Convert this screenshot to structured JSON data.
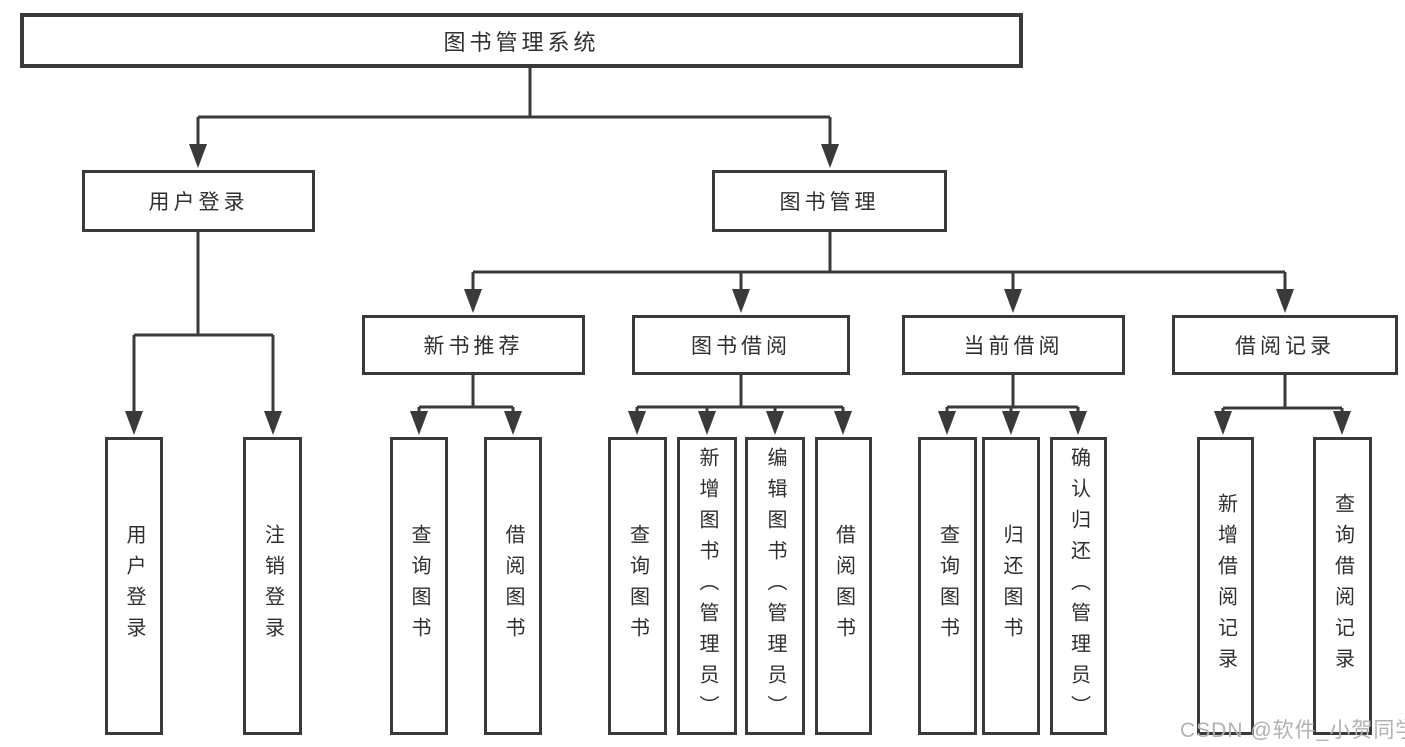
{
  "diagram": {
    "type": "tree-structure-chart",
    "colors": {
      "line": "#3a3a3a",
      "box_border": "#3a3a3a",
      "text": "#2f2f2f",
      "background": "#ffffff",
      "watermark": "#b2b2b2"
    },
    "tree": {
      "label": "图书管理系统",
      "children": [
        {
          "label": "用户登录",
          "children": [
            {
              "label": "用户登录"
            },
            {
              "label": "注销登录"
            }
          ]
        },
        {
          "label": "图书管理",
          "children": [
            {
              "label": "新书推荐",
              "children": [
                {
                  "label": "查询图书"
                },
                {
                  "label": "借阅图书"
                }
              ]
            },
            {
              "label": "图书借阅",
              "children": [
                {
                  "label": "查询图书"
                },
                {
                  "label": "新增图书（管理员）"
                },
                {
                  "label": "编辑图书（管理员）"
                },
                {
                  "label": "借阅图书"
                }
              ]
            },
            {
              "label": "当前借阅",
              "children": [
                {
                  "label": "查询图书"
                },
                {
                  "label": "归还图书"
                },
                {
                  "label": "确认归还（管理员）"
                }
              ]
            },
            {
              "label": "借阅记录",
              "children": [
                {
                  "label": "新增借阅记录"
                },
                {
                  "label": "查询借阅记录"
                }
              ]
            }
          ]
        }
      ]
    },
    "watermark": "CSDN @软件_小贺同学"
  }
}
